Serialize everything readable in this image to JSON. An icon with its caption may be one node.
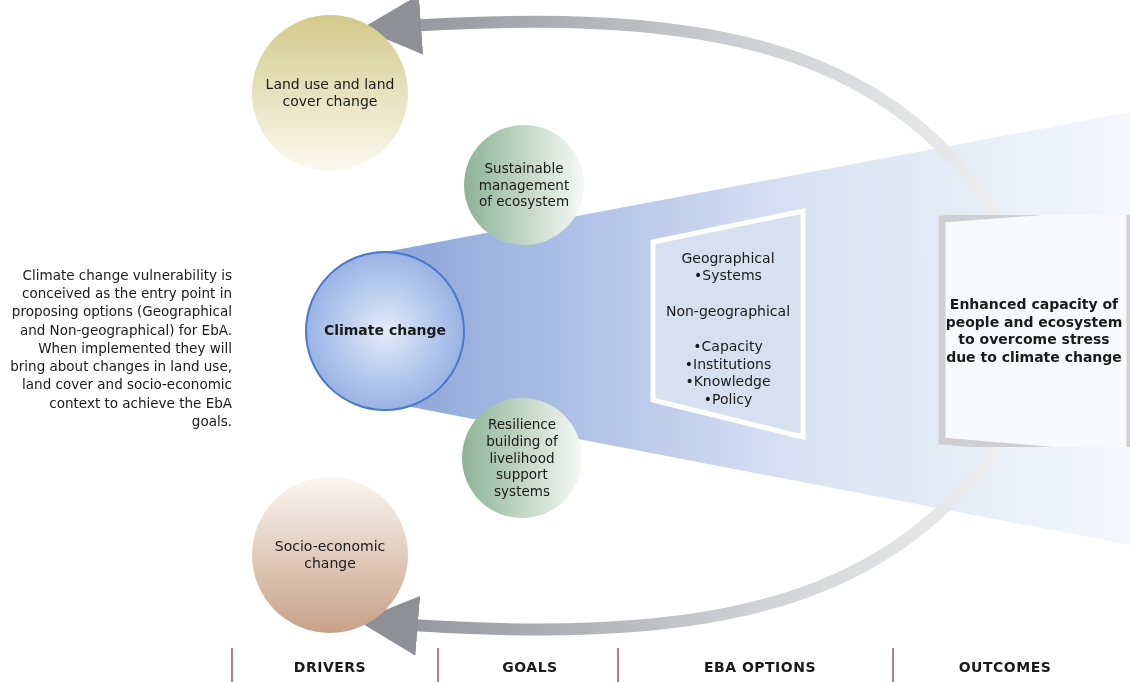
{
  "diagram": {
    "nodes": [
      {
        "text": [
          "Land use and land cover change"
        ]
      },
      {
        "text": [
          "Sustainable management of ecosystem"
        ]
      },
      {
        "text": [
          "Climate change"
        ]
      },
      {
        "text": [
          "Geographical",
          "•Systems",
          "Non-geographical",
          "•Capacity",
          "•Institutions",
          "•Knowledge",
          "•Policy"
        ]
      },
      {
        "text": [
          "Resilience building of livelihood support systems"
        ]
      },
      {
        "text": [
          "Socio-economic change"
        ]
      },
      {
        "text": [
          "Enhanced capacity of people and ecosystem to overcome stress due to climate change"
        ]
      }
    ],
    "edges": [
      {
        "from": 6,
        "to": 0,
        "arrow": "to"
      },
      {
        "from": 6,
        "to": 5,
        "arrow": "to"
      }
    ],
    "labels": [
      "Climate change vulnerability is conceived as the entry point in proposing options (Geographical and Non-geographical) for EbA. When implemented they will bring about changes in land use, land cover and socio-economic context to achieve the EbA goals.",
      "DRIVERS",
      "GOALS",
      "EBA OPTIONS",
      "OUTCOMES"
    ]
  }
}
